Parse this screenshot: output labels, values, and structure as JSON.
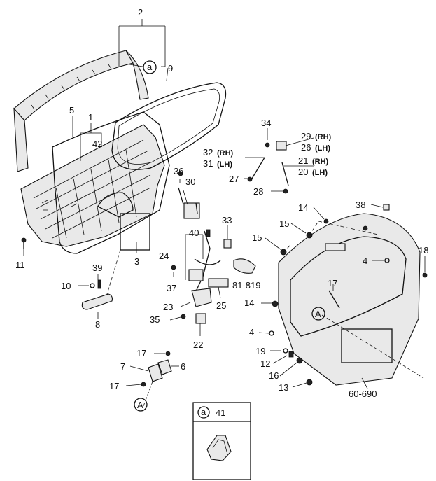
{
  "callouts": {
    "c2": "2",
    "ca": "a",
    "c9": "9",
    "c5": "5",
    "c1": "1",
    "c42": "42",
    "c11": "11",
    "c3": "3",
    "c39": "39",
    "c10": "10",
    "c8": "8",
    "c34": "34",
    "c29": "29",
    "c26": "26",
    "c32": "32",
    "c31": "31",
    "c21": "21",
    "c20": "20",
    "c27": "27",
    "c28": "28",
    "rh1": "(RH)",
    "lh1": "(LH)",
    "rh2": "(RH)",
    "lh2": "(LH)",
    "rh3": "(RH)",
    "lh3": "(LH)",
    "c36": "36",
    "c30": "30",
    "c33": "33",
    "c40": "40",
    "c24": "24",
    "c37": "37",
    "c81": "81-819",
    "c25": "25",
    "c23": "23",
    "c35": "35",
    "c22": "22",
    "c14a": "14",
    "c38": "38",
    "c15": "15",
    "c15b": "15",
    "c18": "18",
    "c4a": "4",
    "c17a": "17",
    "c14b": "14",
    "cA1": "A",
    "c4b": "4",
    "c19": "19",
    "c12": "12",
    "c16": "16",
    "c13": "13",
    "c60": "60-690",
    "c17b": "17",
    "c7": "7",
    "c6": "6",
    "c17c": "17",
    "cA2": "A",
    "legend_a": "a",
    "legend_41": "41"
  }
}
